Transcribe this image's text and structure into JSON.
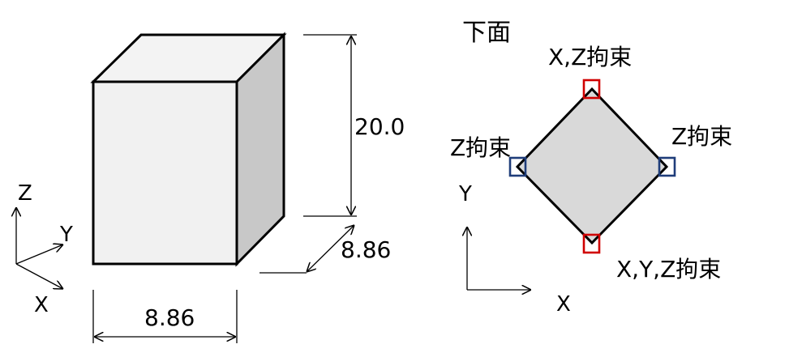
{
  "left_figure": {
    "dim_height": "20.0",
    "dim_depth": "8.86",
    "dim_width": "8.86",
    "axis_z": "Z",
    "axis_y": "Y",
    "axis_x": "X",
    "colors": {
      "front": "#f1f1f1",
      "top": "#f3f3f3",
      "side": "#c8c8c8"
    }
  },
  "right_figure": {
    "title": "下面",
    "constraint_top": "X,Z拘束",
    "constraint_left": "Z拘束",
    "constraint_right": "Z拘束",
    "constraint_bottom": "X,Y,Z拘束",
    "axis_y": "Y",
    "axis_x": "X",
    "colors": {
      "diamond": "#d9d9d9",
      "red_marker": "#d00000",
      "blue_marker": "#1f3d7a"
    }
  }
}
